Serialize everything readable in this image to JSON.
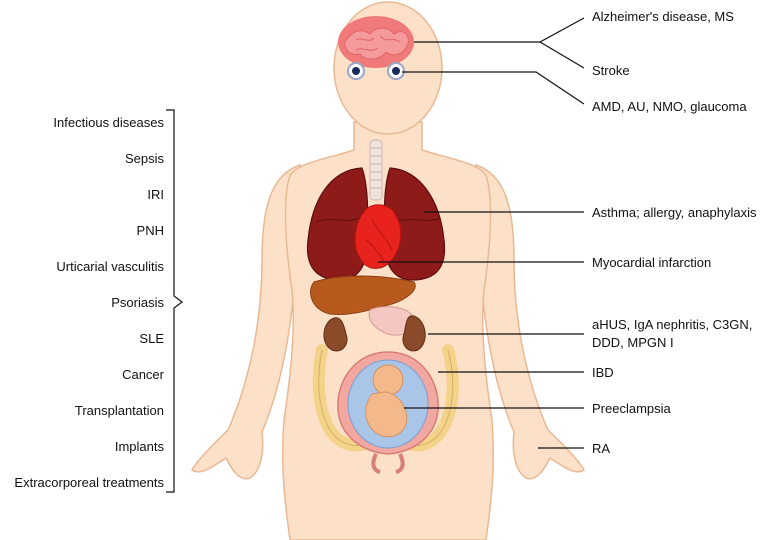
{
  "systemic_indications": [
    "Infectious diseases",
    "Sepsis",
    "IRI",
    "PNH",
    "Urticarial vasculitis",
    "Psoriasis",
    "SLE",
    "Cancer",
    "Transplantation",
    "Implants",
    "Extracorporeal treatments"
  ],
  "organ_indications": {
    "brain": "Alzheimer's disease, MS",
    "stroke": "Stroke",
    "eyes": "AMD, AU, NMO, glaucoma",
    "lungs": "Asthma; allergy, anaphylaxis",
    "heart": "Myocardial infarction",
    "kidney_line1": "aHUS, IgA nephritis, C3GN,",
    "kidney_line2": "DDD, MPGN I",
    "intestine": "IBD",
    "uterus": "Preeclampsia",
    "joints": "RA"
  },
  "colors": {
    "skin": "#fde0c8",
    "skin_outline": "#e9b894",
    "brain": "#f07a7a",
    "lung": "#8e1a1a",
    "heart": "#e8221c",
    "liver": "#b85a1e",
    "kidney": "#8b4a2a",
    "intestine": "#f3d28a",
    "uterus": "#f2a7a0",
    "fetus": "#f3b98a",
    "amniotic": "#a9c6e8",
    "line": "#111111"
  }
}
